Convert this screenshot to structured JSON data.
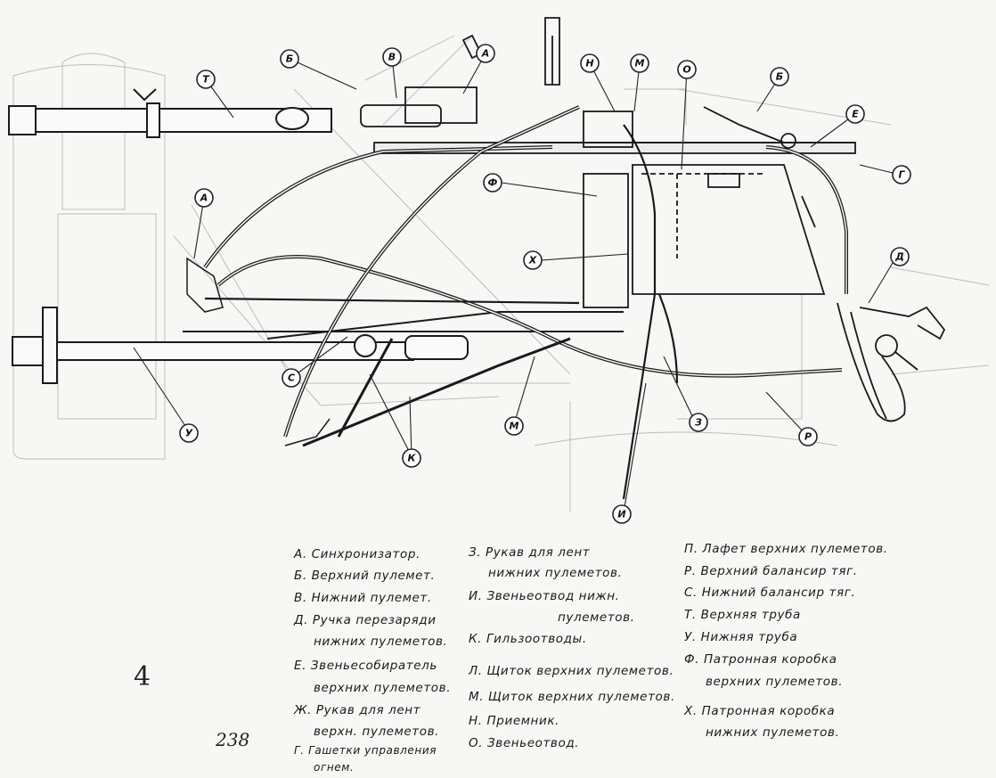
{
  "callouts": [
    {
      "id": "t-upper",
      "label": "Т"
    },
    {
      "id": "b-top",
      "label": "Б"
    },
    {
      "id": "v-top",
      "label": "В"
    },
    {
      "id": "a-top",
      "label": "А"
    },
    {
      "id": "n",
      "label": "Н"
    },
    {
      "id": "m-top",
      "label": "М"
    },
    {
      "id": "o",
      "label": "О"
    },
    {
      "id": "b-right",
      "label": "Б"
    },
    {
      "id": "e",
      "label": "Е"
    },
    {
      "id": "g",
      "label": "Г"
    },
    {
      "id": "f",
      "label": "Ф"
    },
    {
      "id": "a-left",
      "label": "А"
    },
    {
      "id": "kh",
      "label": "Х"
    },
    {
      "id": "d",
      "label": "Д"
    },
    {
      "id": "s",
      "label": "С"
    },
    {
      "id": "u",
      "label": "У"
    },
    {
      "id": "k",
      "label": "К"
    },
    {
      "id": "m-low",
      "label": "М"
    },
    {
      "id": "z",
      "label": "З"
    },
    {
      "id": "r",
      "label": "Р"
    },
    {
      "id": "i",
      "label": "И"
    }
  ],
  "legend": {
    "col1": [
      "А. Синхронизатор.",
      "Б. Верхний пулемет.",
      "В. Нижний пулемет.",
      "Д. Ручка перезаряди",
      "нижних пулеметов.",
      "Е. Звеньесобиратель",
      "верхних пулеметов.",
      "Ж. Рукав для лент",
      "верхн. пулеметов.",
      "Г. Гашетки управления",
      "огнем."
    ],
    "col2": [
      "З. Рукав для лент",
      "нижних пулеметов.",
      "И. Звеньеотвод нижн.",
      "пулеметов.",
      "К. Гильзоотводы.",
      "Л. Щиток верхних пулеметов.",
      "М. Щиток верхних пулеметов.",
      "Н. Приемник.",
      "О. Звеньеотвод."
    ],
    "col3": [
      "П. Лафет верхних пулеметов.",
      "Р. Верхний балансир тяг.",
      "С. Нижний балансир тяг.",
      "Т. Верхняя труба",
      "У. Нижняя труба",
      "Ф. Патронная коробка",
      "верхних пулеметов.",
      "Х. Патронная коробка",
      "нижних пулеметов."
    ]
  },
  "marks": {
    "page_number": "4",
    "stamp": "238"
  }
}
